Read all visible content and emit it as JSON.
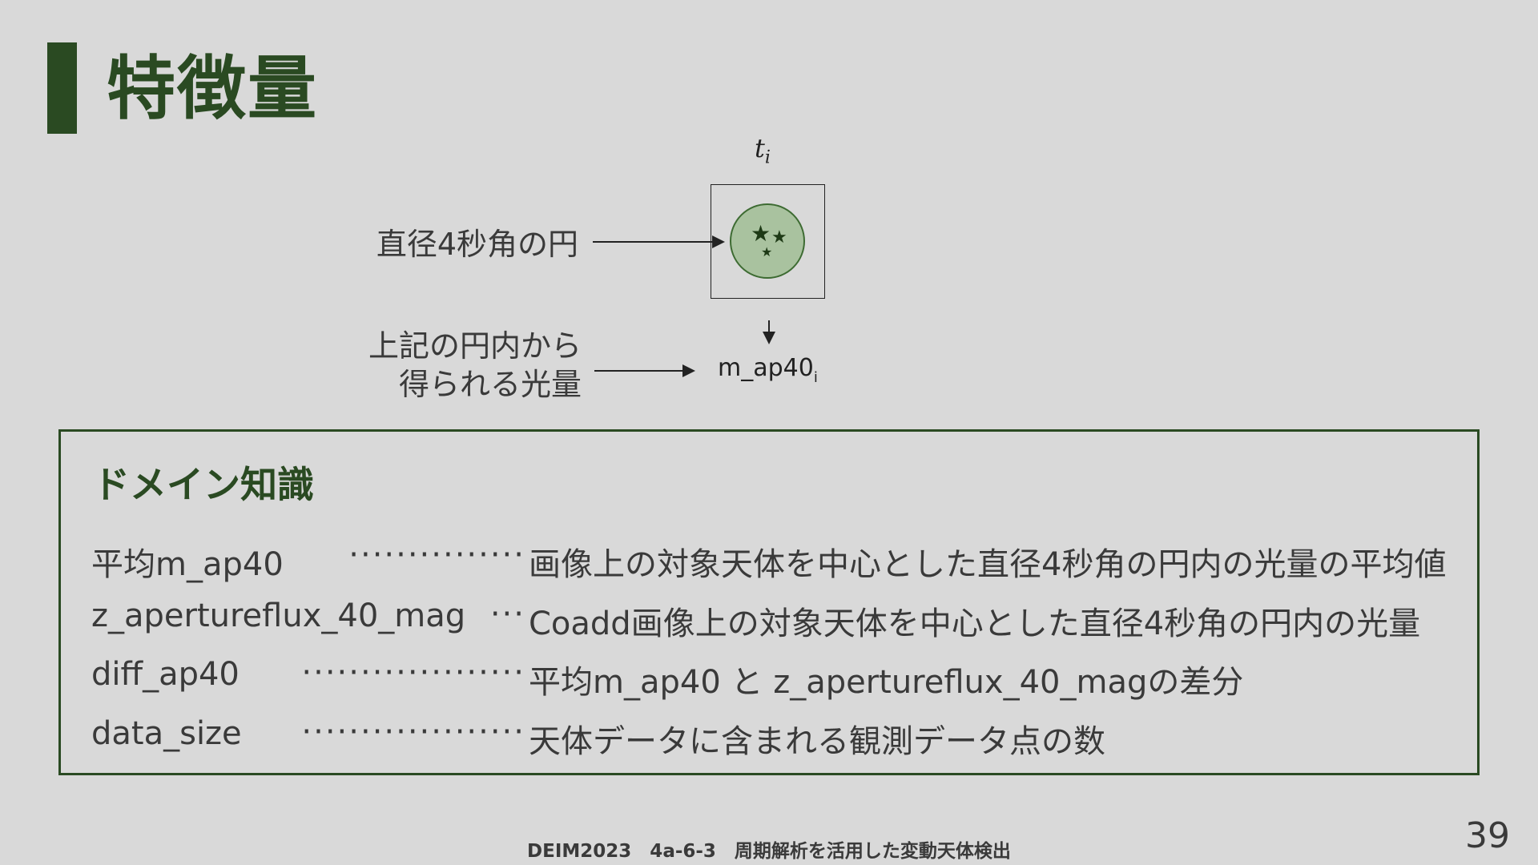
{
  "slide": {
    "title": "特徴量",
    "page_number": "39",
    "footer": "DEIM2023　4a-6-3　周期解析を活用した変動天体検出"
  },
  "diagram": {
    "time_label": "t",
    "time_subscript": "i",
    "circle_label": "直径4秒角の円",
    "light_label_line1": "上記の円内から",
    "light_label_line2": "得られる光量",
    "magnitude_label": "m_ap40",
    "magnitude_subscript": "i"
  },
  "domain_knowledge": {
    "title": "ドメイン知識",
    "features": [
      {
        "name": "平均m_ap40",
        "description": "画像上の対象天体を中心とした直径4秒角の円内の光量の平均値"
      },
      {
        "name": "z_apertureflux_40_mag",
        "description": "Coadd画像上の対象天体を中心とした直径4秒角の円内の光量"
      },
      {
        "name": "diff_ap40",
        "description": "平均m_ap40 と z_apertureflux_40_magの差分"
      },
      {
        "name": "data_size",
        "description": "天体データに含まれる観測データ点の数"
      }
    ]
  },
  "colors": {
    "accent": "#2a4a22",
    "circle_fill": "#a9c29f",
    "background": "#d9d9d9"
  }
}
